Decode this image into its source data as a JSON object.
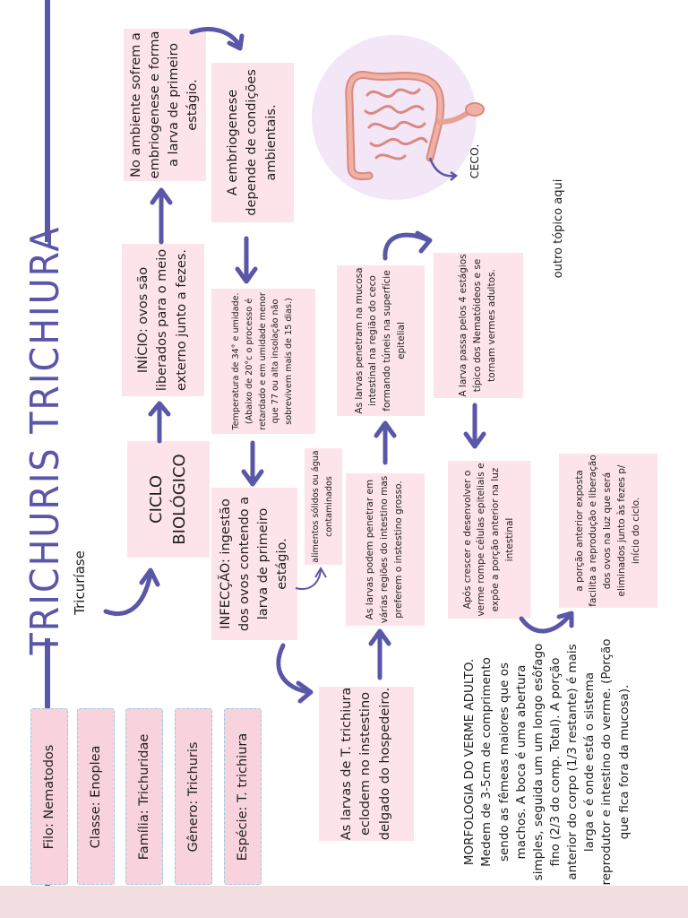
{
  "title": "TRICHURIS TRICHIURA",
  "subtitle": "Tricuríase",
  "taxonomy": {
    "filo": "Filo: Nematodos",
    "classe": "Classe: Enoplea",
    "familia": "Família: Trichuridae",
    "genero": "Gênero: Trichuris",
    "especie": "Espécie: T. trichiura"
  },
  "cycle": {
    "center": "CICLO BIOLÓGICO",
    "inicio": "INÍCIO: ovos são liberados para o meio externo junto a fezes.",
    "ambiente": "No ambiente sofrem a embriogenese e forma a larva de primeiro estágio.",
    "embriogenese": "A embriogenese depende de condições ambientais.",
    "temperatura": "Temperatura de 34° e umidade. (Abaixo de 20°c o processo é retardado e em umidade menor que 77 ou alta insolação não sobrevivem mais de 15 dias.)",
    "infeccao": "INFECÇÃO: ingestão dos ovos contendo a larva de primeiro estágio.",
    "alimentos": "alimentos sólidos ou água contaminados",
    "eclodem": "As larvas de T. trichiura eclodem no instestino delgado do hospedeiro.",
    "penetrar": "As larvas podem penetrar em várias regiões do intestino mas preferem o instestino grosso.",
    "mucosa": "As larvas penetram na mucosa intestinal na região do ceco formando túneis na superfície epitelial",
    "estagios": "A larva passa pelos 4 estágios típico dos Nematóideos e se tornam vermes adultos.",
    "crescer": "Após crescer e desenvolver o verme rompe células epiteliais e expõe a porção anterior na luz intestinal",
    "porcao": "a porção anterior exposta facilita a reprodução e liberação dos ovos na luz que será eliminados junto às fezes p/ início do ciclo."
  },
  "ceco_label": "CECO.",
  "outro_topico": "outro tópico aqui",
  "morfologia": "MORFOLOGIA DO VERME ADULTO. Medem de 3-5cm de comprimento sendo as fêmeas maiores que os machos. A boca é uma abertura simples, seguida um um longo esôfago fino (2/3 do comp. Total). A porção anterior do corpo (1/3 restante) é mais larga e é onde está o sistema reprodutor e intestino do verme. (Porção que fica fora da mucosa).",
  "colors": {
    "accent": "#5a56a8",
    "box": "#fde4ea",
    "taxonomy_box": "#f8d3de",
    "dash": "#8ecfe0",
    "footer": "#f2dde1"
  }
}
